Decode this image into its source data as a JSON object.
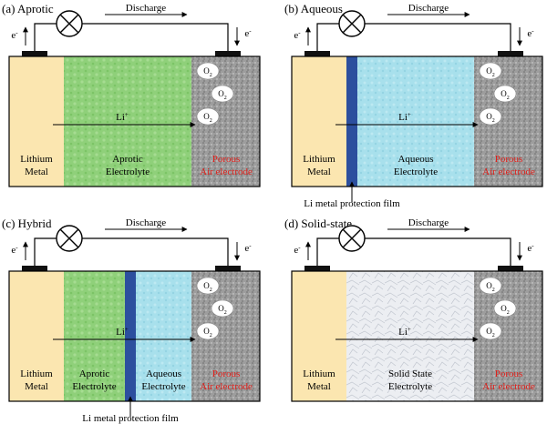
{
  "colors": {
    "lithium": "#fbe6b0",
    "aprotic": "#8fd07a",
    "aqueous": "#a8e0ec",
    "solid": "#e8eaee",
    "porous": "#9a9a9a",
    "film": "#2c4f9e",
    "red_label": "#e0201b"
  },
  "panels": [
    {
      "id": "aprotic",
      "label": "(a) Aprotic",
      "discharge": "Discharge",
      "electron_left": "e",
      "electron_right": "e",
      "electron_sup": "-",
      "ion": "Li",
      "ion_sup": "+",
      "anode": [
        "Lithium",
        "Metal"
      ],
      "electrolytes": [
        {
          "lines": [
            "Aprotic",
            "Electrolyte"
          ],
          "kind": "aprotic"
        }
      ],
      "film": false,
      "film_label": "",
      "cathode": [
        "Porous",
        "Air electrode"
      ],
      "o2": [
        "O",
        "O",
        "O"
      ],
      "o2_sub": "2"
    },
    {
      "id": "aqueous",
      "label": "(b) Aqueous",
      "discharge": "Discharge",
      "electron_left": "e",
      "electron_right": "e",
      "electron_sup": "-",
      "ion": "Li",
      "ion_sup": "+",
      "anode": [
        "Lithium",
        "Metal"
      ],
      "electrolytes": [
        {
          "lines": [
            "Aqueous",
            "Electrolyte"
          ],
          "kind": "aqueous"
        }
      ],
      "film": true,
      "film_label": "Li metal protection film",
      "cathode": [
        "Porous",
        "Air electrode"
      ],
      "o2": [
        "O",
        "O",
        "O"
      ],
      "o2_sub": "2"
    },
    {
      "id": "hybrid",
      "label": "(c) Hybrid",
      "discharge": "Discharge",
      "electron_left": "e",
      "electron_right": "e",
      "electron_sup": "-",
      "ion": "Li",
      "ion_sup": "+",
      "anode": [
        "Lithium",
        "Metal"
      ],
      "electrolytes": [
        {
          "lines": [
            "Aprotic",
            "Electrolyte"
          ],
          "kind": "aprotic"
        },
        {
          "lines": [
            "Aqueous",
            "Electrolyte"
          ],
          "kind": "aqueous"
        }
      ],
      "film": true,
      "film_label": "Li metal protection film",
      "cathode": [
        "Porous",
        "Air electrode"
      ],
      "o2": [
        "O",
        "O",
        "O"
      ],
      "o2_sub": "2"
    },
    {
      "id": "solid",
      "label": "(d) Solid-state",
      "discharge": "Discharge",
      "electron_left": "e",
      "electron_right": "e",
      "electron_sup": "-",
      "ion": "Li",
      "ion_sup": "+",
      "anode": [
        "Lithium",
        "Metal"
      ],
      "electrolytes": [
        {
          "lines": [
            "Solid State",
            "Electrolyte"
          ],
          "kind": "solid"
        }
      ],
      "film": false,
      "film_label": "",
      "cathode": [
        "Porous",
        "Air electrode"
      ],
      "o2": [
        "O",
        "O",
        "O"
      ],
      "o2_sub": "2"
    }
  ]
}
